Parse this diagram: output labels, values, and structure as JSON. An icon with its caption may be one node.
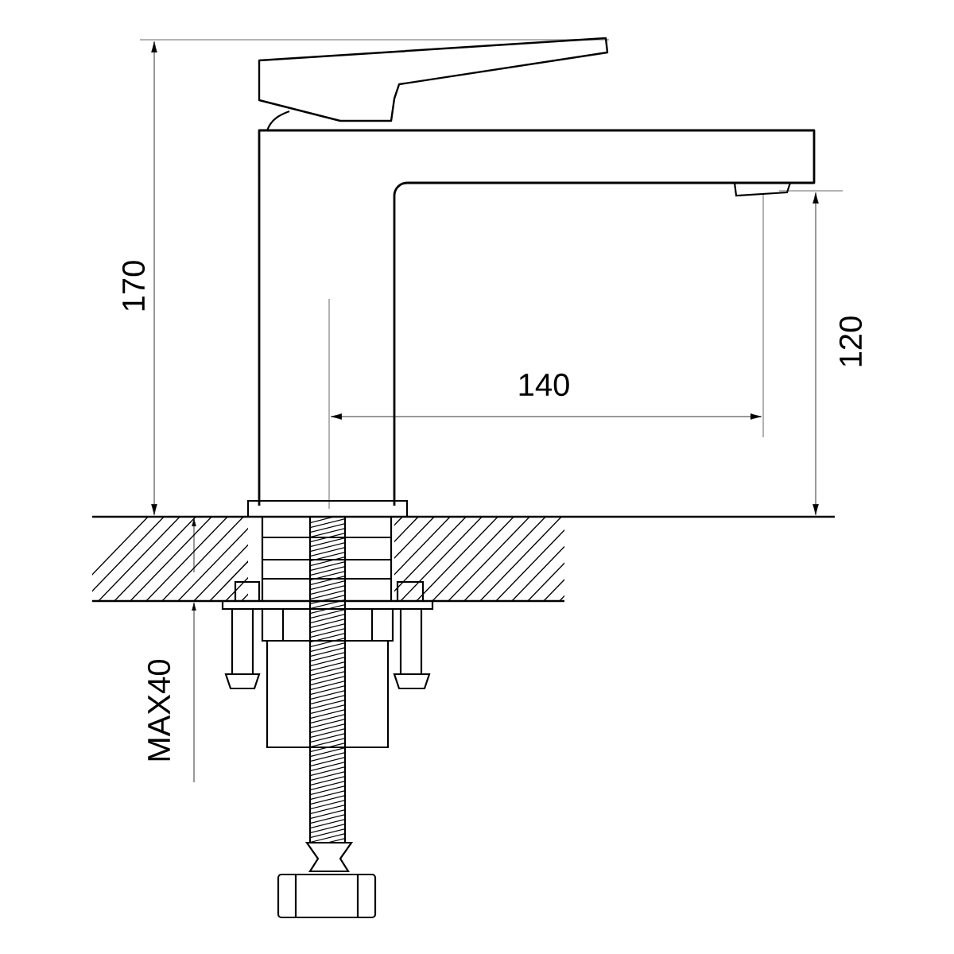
{
  "diagram": {
    "labels": [
      "170",
      "140",
      "120",
      "MAX40"
    ]
  }
}
